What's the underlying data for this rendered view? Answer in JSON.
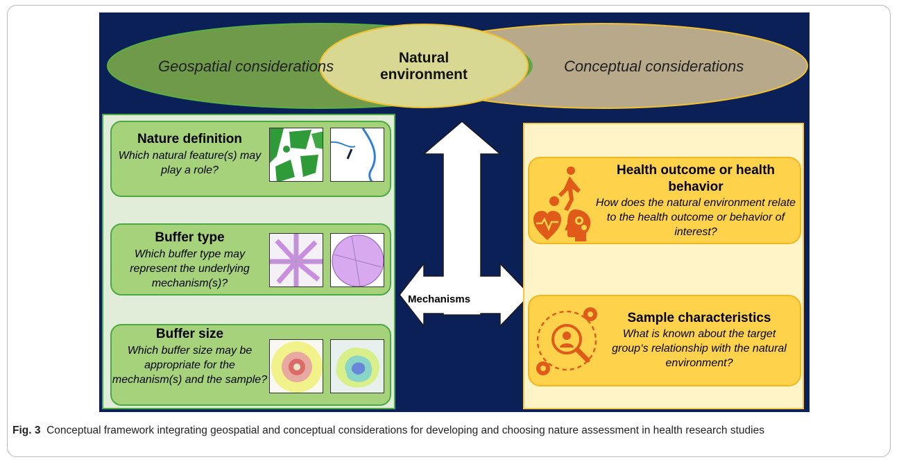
{
  "diagram": {
    "ellipses": {
      "left": "Geospatial considerations",
      "center": "Natural environment",
      "right": "Conceptual considerations"
    },
    "left_boxes": [
      {
        "title": "Nature definition",
        "question": "Which natural feature(s) may play a role?"
      },
      {
        "title": "Buffer type",
        "question": "Which buffer type may represent the underlying mechanism(s)?"
      },
      {
        "title": "Buffer size",
        "question": "Which buffer size may be appropriate for the mechanism(s) and the sample?"
      }
    ],
    "right_boxes": [
      {
        "title": "Health outcome or health behavior",
        "question": "How does the natural environment relate to the health outcome or behavior of interest?"
      },
      {
        "title": "Sample characteristics",
        "question": "What is known about the target group‘s relationship with the natural environment?"
      }
    ],
    "arrow_label": "Mechanisms",
    "colors": {
      "background": "#0c2058",
      "green_ellipse": "#6f9a4a",
      "tan_ellipse": "#b7a98a",
      "center_ellipse": "#d8d893",
      "left_panel": "#e1edd9",
      "green_box": "#a6d27c",
      "right_panel": "#fff3c8",
      "yellow_box": "#ffd24c",
      "icon_orange": "#e05a1a"
    }
  },
  "caption": {
    "label": "Fig. 3",
    "text": "Conceptual framework integrating geospatial and conceptual considerations for developing and choosing nature assessment in health research studies"
  }
}
